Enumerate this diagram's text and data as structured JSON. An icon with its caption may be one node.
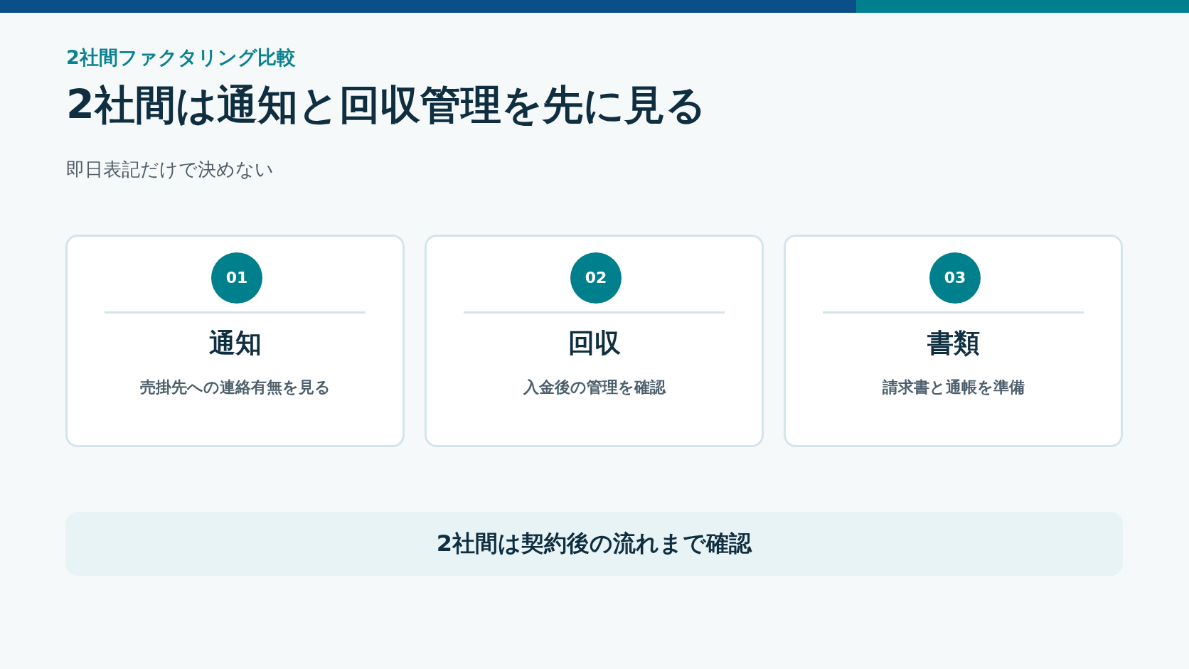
{
  "diagram": {
    "title": "2社間は通知と回収管理を先に見る",
    "nodes": [
      {
        "text": [
          "通知",
          "売掛先への連絡有無を見る"
        ]
      },
      {
        "text": [
          "01"
        ],
        "in": 0
      },
      {
        "text": [
          "回収",
          "入金後の管理を確認"
        ]
      },
      {
        "text": [
          "02"
        ],
        "in": 2
      },
      {
        "text": [
          "書類",
          "請求書と通帳を準備"
        ]
      },
      {
        "text": [
          "03"
        ],
        "in": 4
      },
      {
        "text": [
          "2社間は契約後の流れまで確認"
        ]
      }
    ],
    "labels": [
      "2社間ファクタリング比較",
      "即日表記だけで決めない"
    ]
  }
}
